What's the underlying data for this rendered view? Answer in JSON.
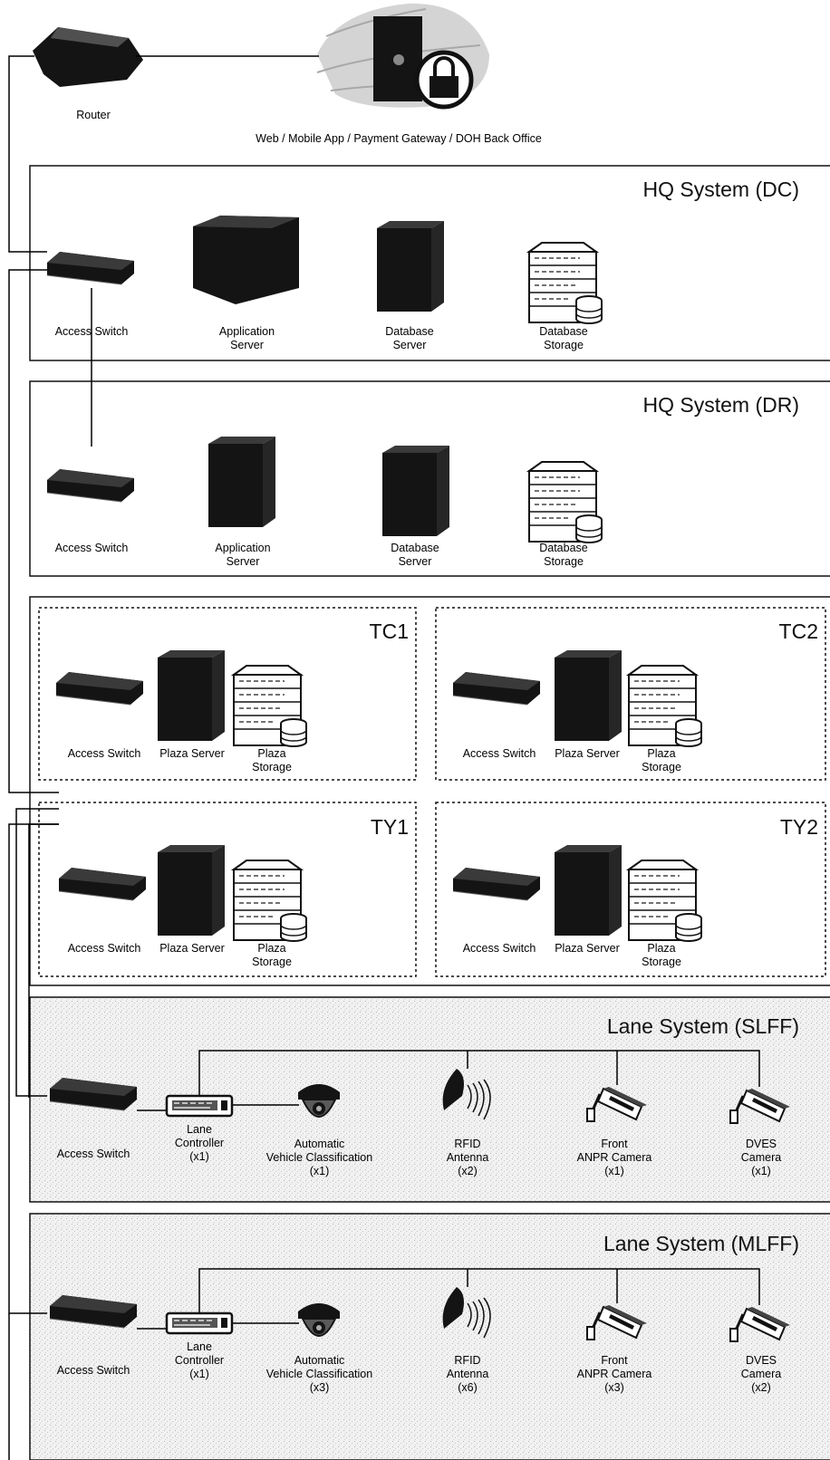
{
  "top": {
    "router_label": "Router",
    "cloud_label": "Web / Mobile App / Payment Gateway / DOH Back Office"
  },
  "hq_dc": {
    "title": "HQ System (DC)",
    "labels": {
      "switch": "Access Switch",
      "app_server": "Application\nServer",
      "db_server": "Database\nServer",
      "db_storage": "Database\nStorage"
    }
  },
  "hq_dr": {
    "title": "HQ System (DR)",
    "labels": {
      "switch": "Access Switch",
      "app_server": "Application\nServer",
      "db_server": "Database\nServer",
      "db_storage": "Database\nStorage"
    }
  },
  "plazas": [
    {
      "title": "TC1",
      "switch": "Access Switch",
      "server": "Plaza Server",
      "storage": "Plaza\nStorage"
    },
    {
      "title": "TC2",
      "switch": "Access Switch",
      "server": "Plaza Server",
      "storage": "Plaza\nStorage"
    },
    {
      "title": "TY1",
      "switch": "Access Switch",
      "server": "Plaza Server",
      "storage": "Plaza\nStorage"
    },
    {
      "title": "TY2",
      "switch": "Access Switch",
      "server": "Plaza Server",
      "storage": "Plaza\nStorage"
    }
  ],
  "lane_slff": {
    "title": "Lane System (SLFF)",
    "switch": "Access Switch",
    "devices": [
      {
        "label": "Lane\nController\n(x1)"
      },
      {
        "label": "Automatic\nVehicle Classification\n(x1)"
      },
      {
        "label": "RFID\nAntenna\n(x2)"
      },
      {
        "label": "Front\nANPR Camera\n(x1)"
      },
      {
        "label": "DVES\nCamera\n(x1)"
      }
    ]
  },
  "lane_mlff": {
    "title": "Lane System (MLFF)",
    "switch": "Access Switch",
    "devices": [
      {
        "label": "Lane\nController\n(x1)"
      },
      {
        "label": "Automatic\nVehicle Classification\n(x3)"
      },
      {
        "label": "RFID\nAntenna\n(x6)"
      },
      {
        "label": "Front\nANPR Camera\n(x3)"
      },
      {
        "label": "DVES\nCamera\n(x2)"
      }
    ]
  },
  "icons": [
    "router-icon",
    "secure-server-icon",
    "switch-icon",
    "server-icon",
    "storage-icon",
    "lane-controller-icon",
    "dome-camera-icon",
    "rfid-antenna-icon",
    "cctv-camera-icon"
  ],
  "colors": {
    "line": "#000000",
    "device": "#141414",
    "lane_bg": "#efefef"
  }
}
